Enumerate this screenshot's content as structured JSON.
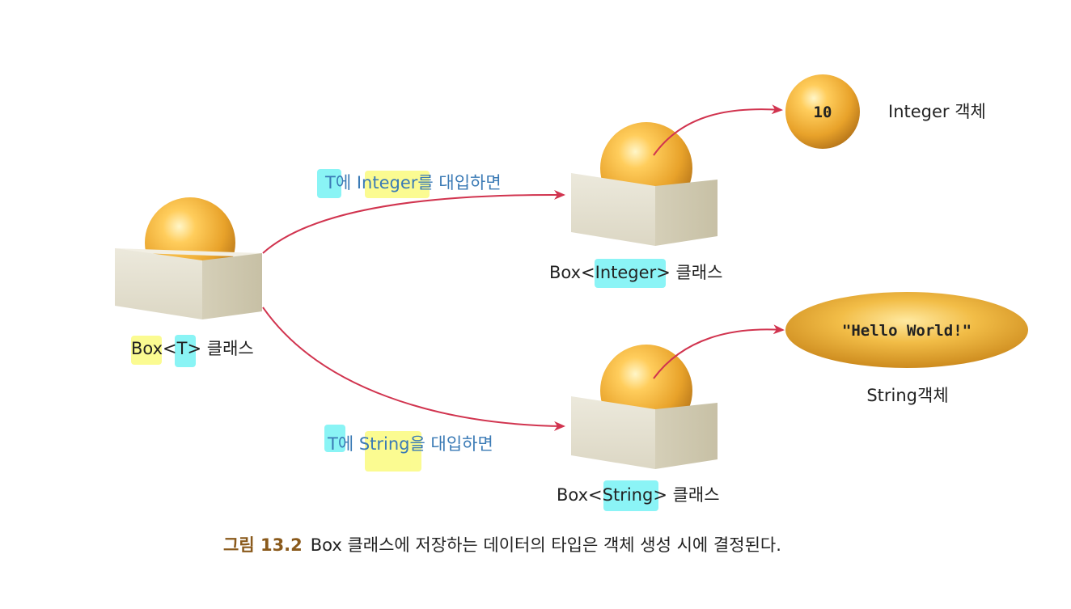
{
  "diagram": {
    "generic_class": {
      "name": "Box",
      "lt": "<",
      "param": "T",
      "gt": ">",
      "suffix": " 클래스"
    },
    "integer_class": {
      "name": "Box<",
      "param": "Integer",
      "gt": ">",
      "suffix": " 클래스"
    },
    "string_class": {
      "name": "Box<",
      "param": "String",
      "gt": ">",
      "suffix": " 클래스"
    },
    "integer_edge": {
      "param": "T",
      "mid": "에 ",
      "type": "Integer",
      "rest": "를 대입하면"
    },
    "string_edge": {
      "param": "T",
      "mid": "에 ",
      "type": "String",
      "rest": "을 대입하면"
    },
    "integer_object": {
      "value": "10",
      "label": "Integer 객체"
    },
    "string_object": {
      "value": "\"Hello World!\"",
      "label": "String객체"
    }
  },
  "caption": {
    "figure": "그림 13.2",
    "text": "Box 클래스에 저장하는 데이터의 타입은 객체 생성 시에 결정된다."
  },
  "colors": {
    "arrow": "#d1344f",
    "box_front": "#e6e2d3",
    "highlight_yellow": "#fbfb86",
    "highlight_cyan": "#7ef3f5",
    "edge_text": "#3a7ab5",
    "caption_figure": "#8a5a1c"
  }
}
